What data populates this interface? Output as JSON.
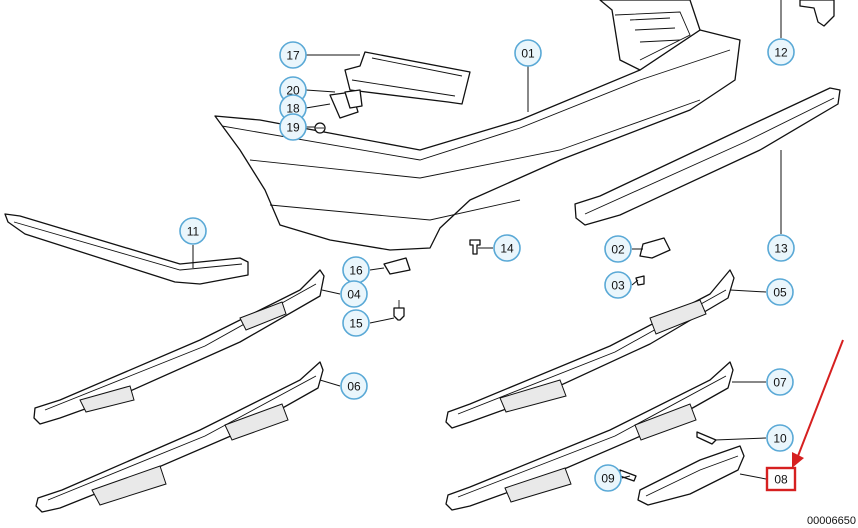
{
  "diagram": {
    "callouts": [
      "01",
      "02",
      "03",
      "04",
      "05",
      "06",
      "07",
      "08",
      "09",
      "10",
      "11",
      "12",
      "13",
      "14",
      "15",
      "16",
      "17",
      "18",
      "19",
      "20"
    ],
    "highlighted_callout": "08",
    "highlight_color": "#d62020",
    "callout_fill": "#eaf6fc",
    "callout_stroke": "#5aa9d6",
    "document_number": "00006650"
  }
}
